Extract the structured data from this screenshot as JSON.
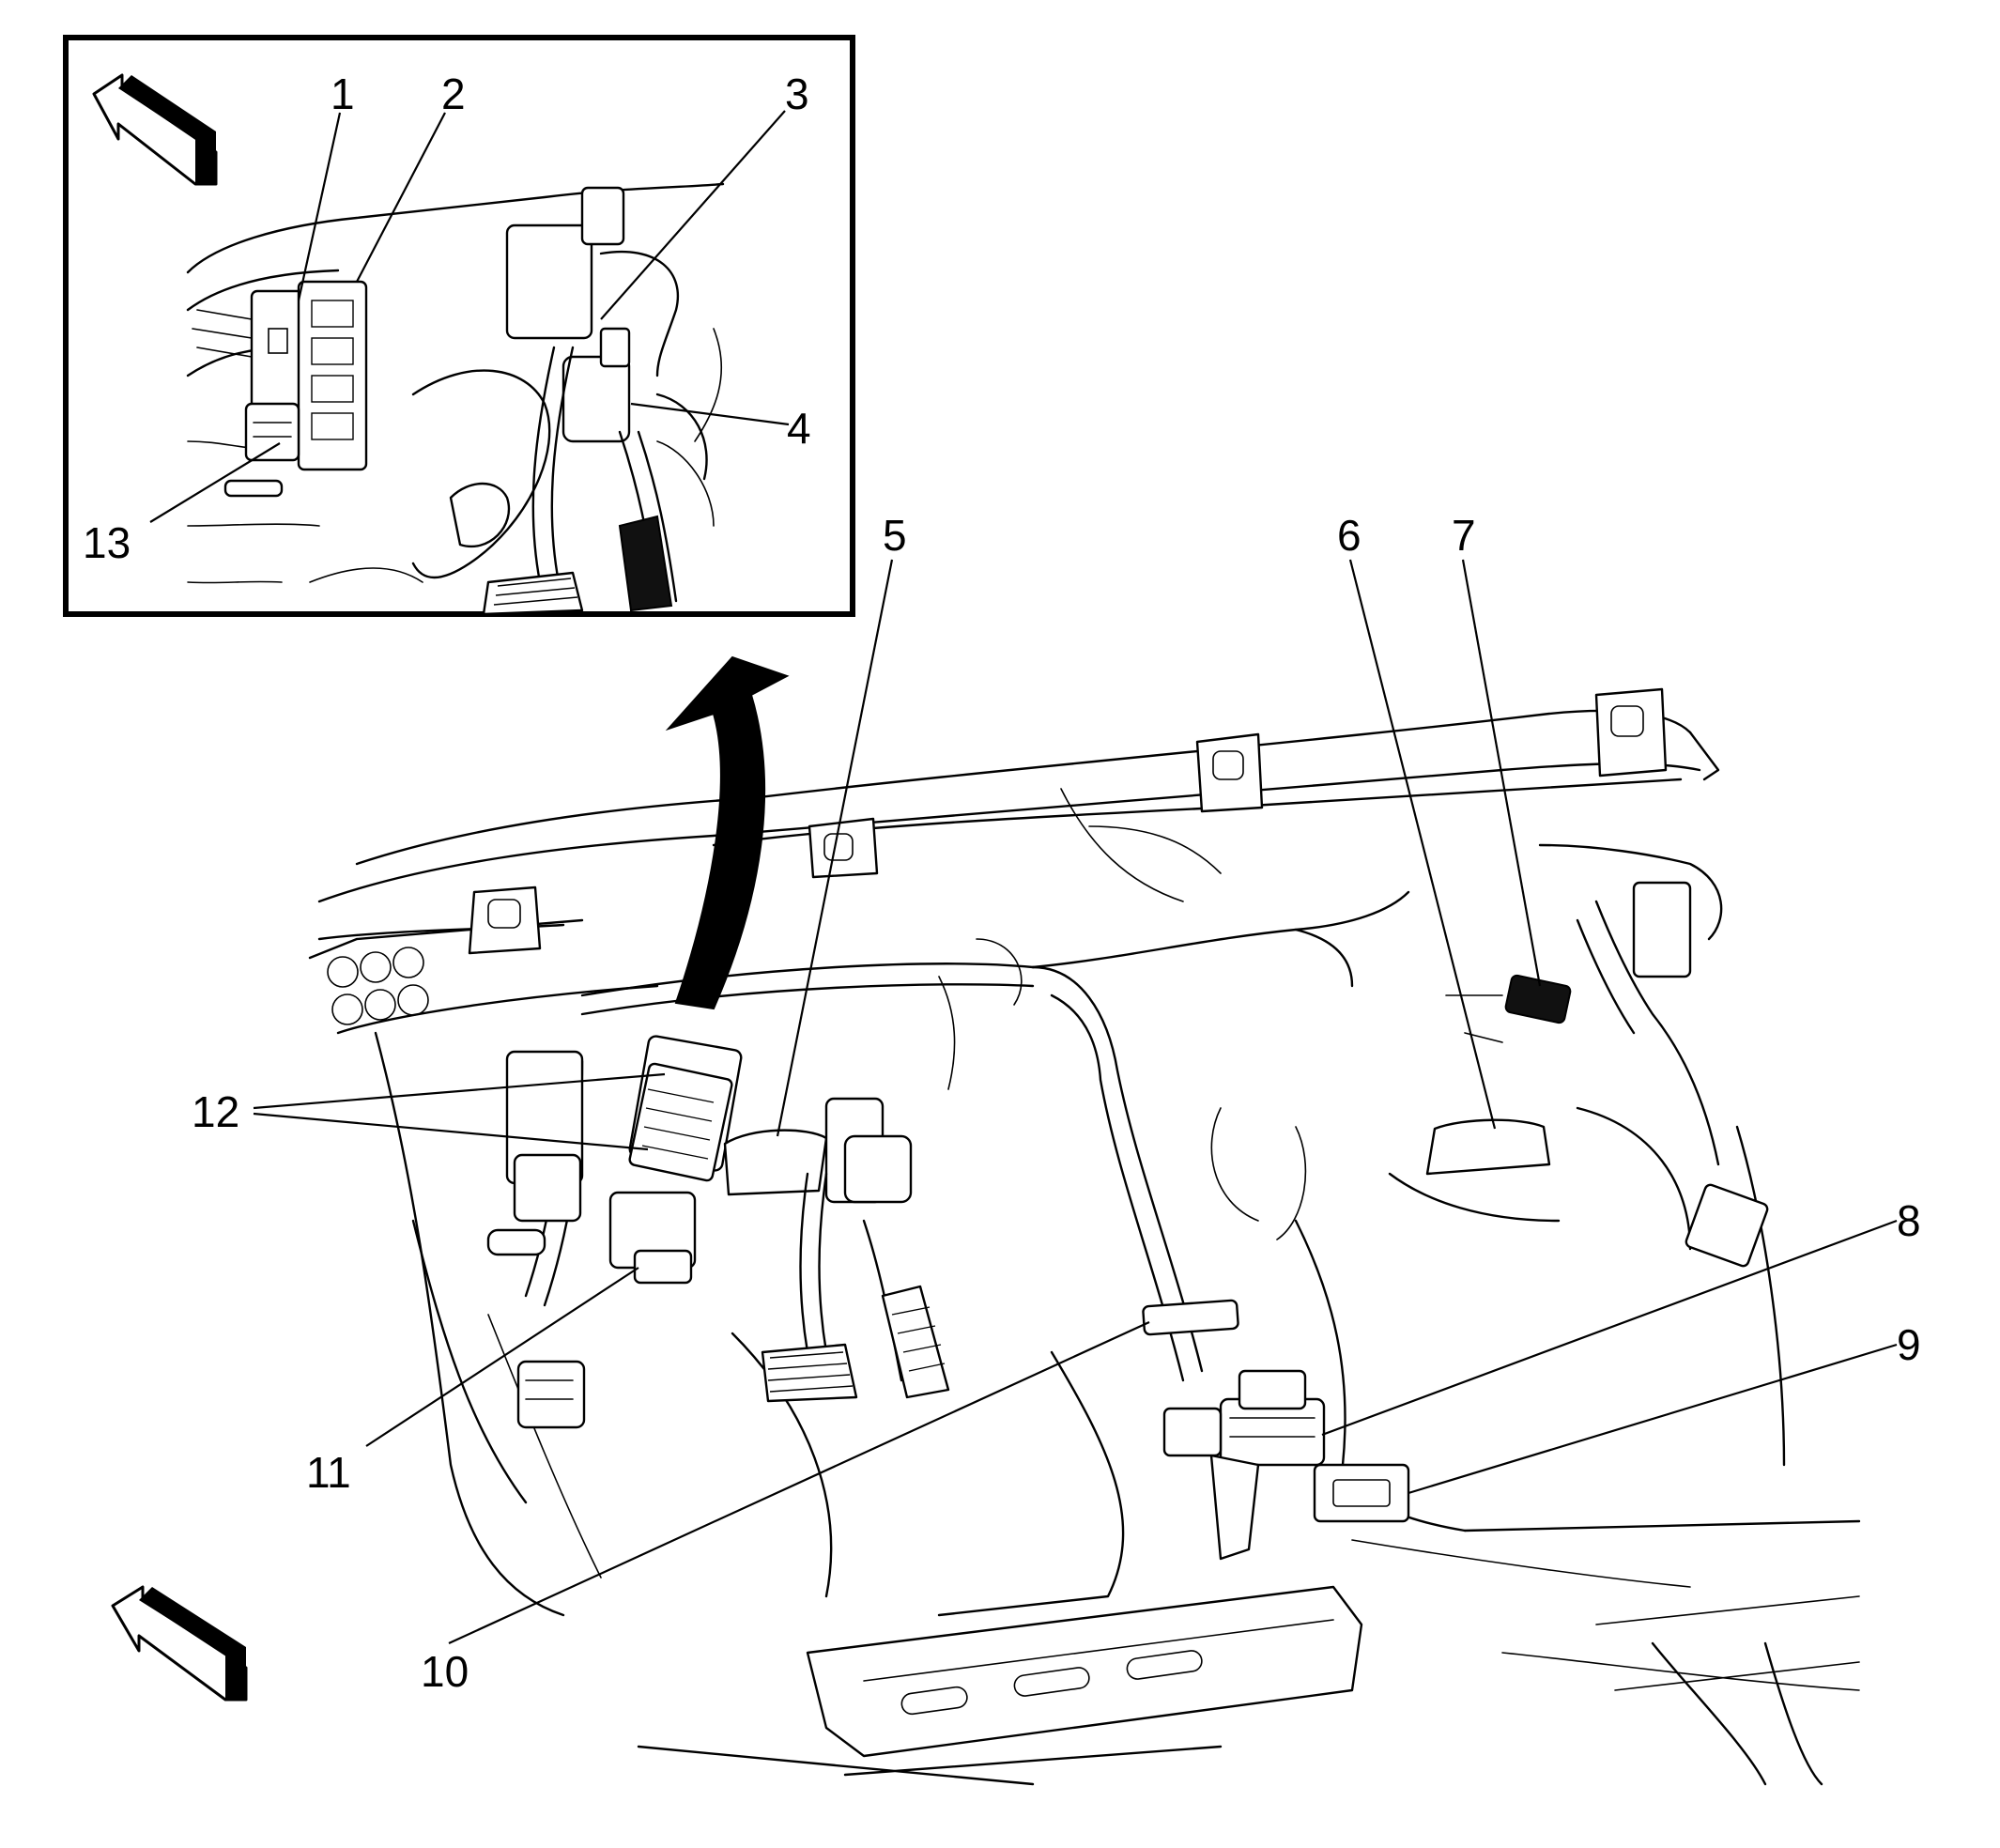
{
  "callouts": [
    {
      "id": "1",
      "label": "1"
    },
    {
      "id": "2",
      "label": "2"
    },
    {
      "id": "3",
      "label": "3"
    },
    {
      "id": "4",
      "label": "4"
    },
    {
      "id": "5",
      "label": "5"
    },
    {
      "id": "6",
      "label": "6"
    },
    {
      "id": "7",
      "label": "7"
    },
    {
      "id": "8",
      "label": "8"
    },
    {
      "id": "9",
      "label": "9"
    },
    {
      "id": "10",
      "label": "10"
    },
    {
      "id": "11",
      "label": "11"
    },
    {
      "id": "12",
      "label": "12"
    },
    {
      "id": "13",
      "label": "13"
    }
  ],
  "icons": {
    "inset_direction_arrow": "forward-direction-arrow-icon",
    "main_direction_arrow": "forward-direction-arrow-icon",
    "detail_arrow": "curved-detail-arrow-icon"
  }
}
